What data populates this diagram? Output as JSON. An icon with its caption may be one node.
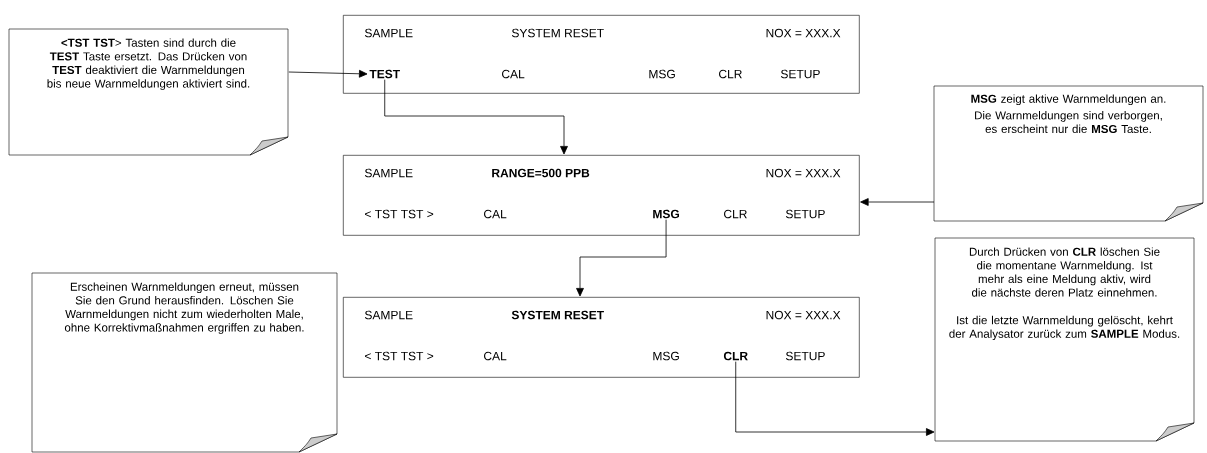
{
  "diagram": {
    "nodes": [
      {
        "text": [
          "**<TST TST**> Tasten sind durch die **TEST** Taste ersetzt. Das Drücken von **TEST** deaktiviert die Warnmeldungen bis neue Warnmeldungen aktiviert sind."
        ]
      },
      {
        "text": [
          "SAMPLE",
          "SYSTEM RESET",
          "NOX = XXX.X",
          "CAL",
          "MSG",
          "CLR",
          "SETUP"
        ]
      },
      {
        "text": [
          "TEST"
        ],
        "in": 1
      },
      {
        "text": [
          "**MSG** zeigt aktive Warnmeldungen an.",
          "Die Warnmeldungen sind verborgen, es erscheint nur die **MSG** Taste."
        ]
      },
      {
        "text": [
          "SAMPLE",
          "RANGE=500 PPB",
          "NOX = XXX.X",
          "< TST TST >",
          "CAL",
          "CLR",
          "SETUP"
        ]
      },
      {
        "text": [
          "MSG"
        ],
        "in": 4
      },
      {
        "text": [
          "Erscheinen Warnmeldungen erneut, müssen Sie den Grund herausfinden. Löschen Sie Warnmeldungen nicht zum wiederholten Male, ohne Korrektivmaßnahmen ergriffen zu haben."
        ]
      },
      {
        "text": [
          "SAMPLE",
          "SYSTEM RESET",
          "NOX = XXX.X",
          "< TST TST >",
          "CAL",
          "MSG",
          "SETUP"
        ]
      },
      {
        "text": [
          "CLR"
        ],
        "in": 7
      },
      {
        "text": [
          "Durch Drücken von **CLR** löschen Sie die momentane Warnmeldung. Ist mehr als eine Meldung aktiv, wird die nächste deren Platz einnehmen.",
          "Ist die letzte Warnmeldung gelöscht, kehrt der Analysator zurück zum **SAMPLE** Modus."
        ]
      }
    ],
    "edges": [
      {
        "from": 0,
        "to": 2,
        "arrow": "to"
      },
      {
        "from": 2,
        "to": 4,
        "arrow": "to"
      },
      {
        "from": 3,
        "to": 4,
        "arrow": "to"
      },
      {
        "from": 5,
        "to": 7,
        "arrow": "to"
      },
      {
        "from": 8,
        "to": 9,
        "arrow": "to"
      }
    ]
  }
}
